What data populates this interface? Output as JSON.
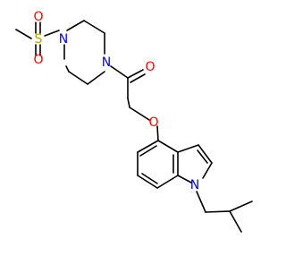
{
  "molecule": {
    "atom_labels": {
      "sulfur": "S",
      "sulfonyl_oxygen_top": "O",
      "sulfonyl_oxygen_bottom": "O",
      "piperazine_n_left": "N",
      "piperazine_n_right": "N",
      "carbonyl_oxygen": "O",
      "ether_oxygen": "O",
      "indole_nitrogen": "N"
    },
    "colors": {
      "bond": "#000000",
      "sulfur": "#b5a300",
      "oxygen": "#ff0000",
      "nitrogen": "#0000ff"
    }
  }
}
